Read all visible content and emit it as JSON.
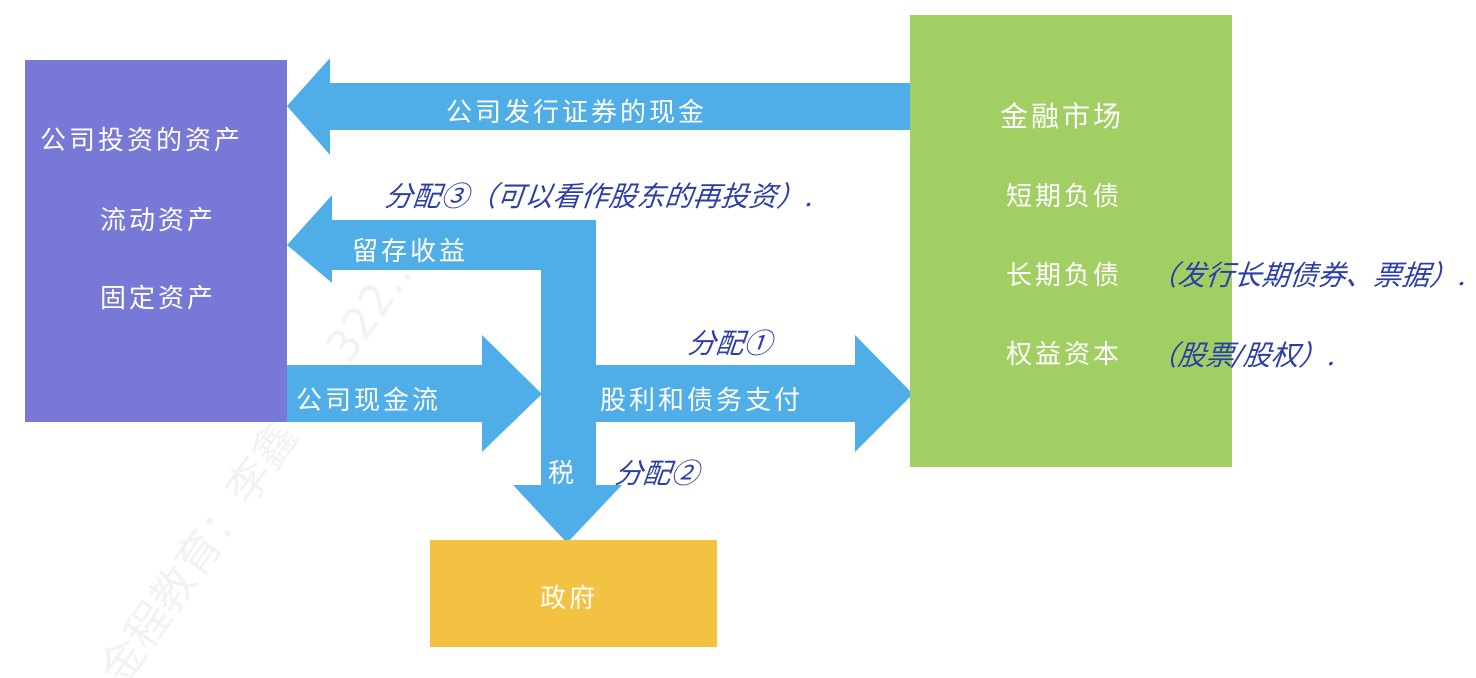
{
  "colors": {
    "arrow": "#4faee8",
    "assets_box": "#7878d6",
    "market_box": "#a1cf64",
    "government_box": "#f4c242",
    "handwriting": "#2b3fa6"
  },
  "assets_box": {
    "title": "公司投资的资产",
    "items": [
      "流动资产",
      "固定资产"
    ]
  },
  "market_box": {
    "title": "金融市场",
    "items": [
      "短期负债",
      "长期负债",
      "权益资本"
    ]
  },
  "government_box": {
    "label": "政府"
  },
  "arrows": {
    "securities_cash": "公司发行证券的现金",
    "retained_earnings": "留存收益",
    "company_cash_flow": "公司现金流",
    "dividends_debt": "股利和债务支付",
    "tax": "税"
  },
  "annotations": {
    "dist3": "分配③（可以看作股东的再投资）.",
    "dist1": "分配①",
    "dist2": "分配②",
    "long_debt_note": "（发行长期债券、票据）.",
    "equity_note": "（股票/股权）."
  },
  "watermark": "金程教育：李鑫 1…322…6"
}
